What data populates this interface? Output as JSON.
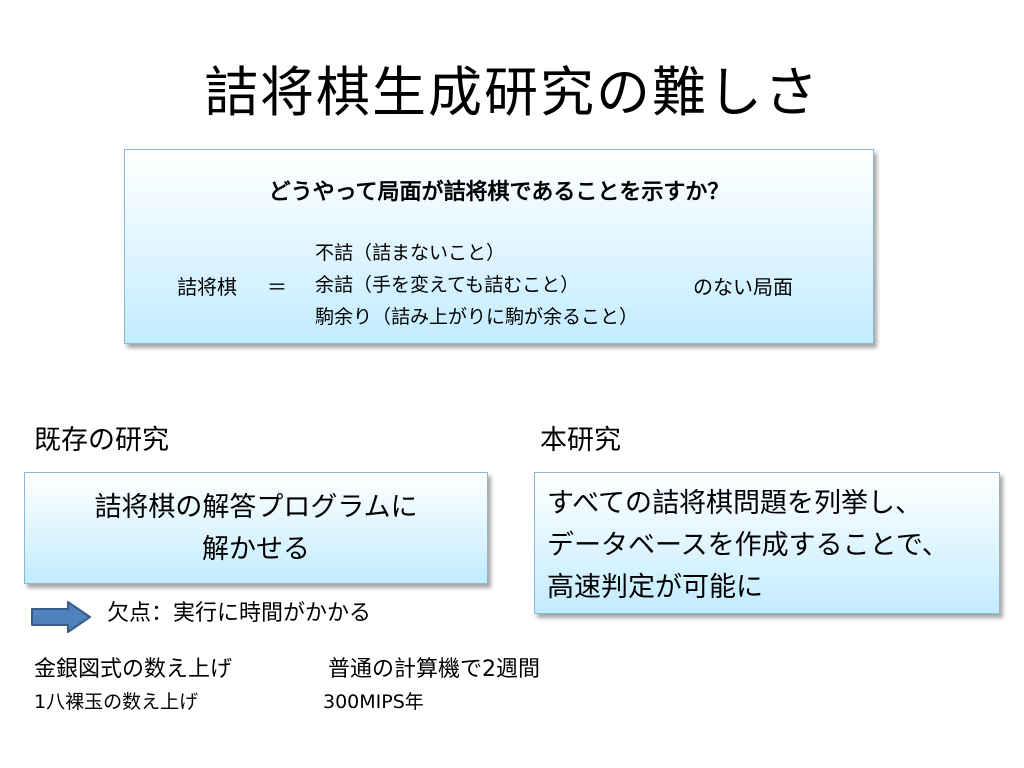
{
  "slide": {
    "title": "詰将棋生成研究の難しさ",
    "definition_box": {
      "question": "どうやって局面が詰将棋であることを示すか？",
      "term": "詰将棋",
      "equals": "＝",
      "conditions": [
        "不詰（詰まないこと）",
        "余詰（手を変えても詰むこと）",
        "駒余り（詰み上がりに駒が余ること）"
      ],
      "suffix": "のない局面"
    },
    "existing": {
      "heading": "既存の研究",
      "box_line1": "詰将棋の解答プログラムに",
      "box_line2": "解かせる",
      "drawback": "欠点：実行に時間がかかる"
    },
    "proposed": {
      "heading": "本研究",
      "line1": "すべての詰将棋問題を列挙し、",
      "line2": "データベースを作成することで、",
      "line3": "高速判定が可能に"
    },
    "footer": {
      "row1_left": "金銀図式の数え上げ",
      "row1_right": "普通の計算機で2週間",
      "row2_left": "1八裸玉の数え上げ",
      "row2_right": "300MIPS年"
    },
    "colors": {
      "box_gradient_top": "#ffffff",
      "box_gradient_bottom": "#c2ecff",
      "box_border": "#8ab8d6",
      "arrow_fill": "#4f81bd",
      "arrow_stroke": "#385d8a"
    },
    "icons": [
      "right-arrow-icon"
    ]
  }
}
